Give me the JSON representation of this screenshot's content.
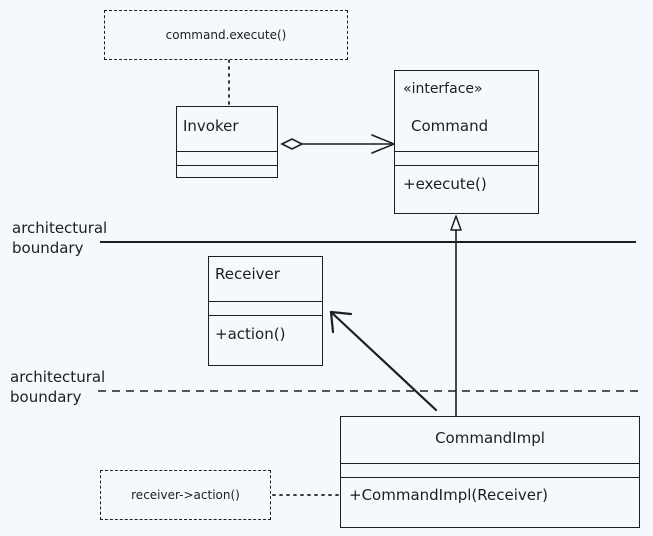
{
  "notes": {
    "invoker_note": "command.execute()",
    "impl_note": "receiver->action()"
  },
  "classes": {
    "invoker": {
      "name": "Invoker"
    },
    "command": {
      "stereotype": "«interface»",
      "name": "Command",
      "method": "+execute()"
    },
    "receiver": {
      "name": "Receiver",
      "method": "+action()"
    },
    "command_impl": {
      "name": "CommandImpl",
      "method": "+CommandImpl(Receiver)"
    }
  },
  "boundaries": {
    "upper": {
      "line1": "architectural",
      "line2": "boundary"
    },
    "lower": {
      "line1": "architectural",
      "line2": "boundary"
    }
  },
  "colors": {
    "background": "#f4f9fd",
    "stroke": "#1e1e1e"
  }
}
